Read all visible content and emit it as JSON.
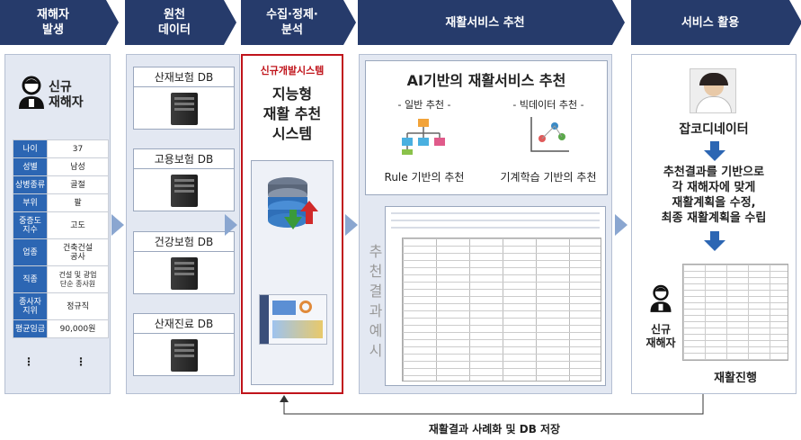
{
  "headers": {
    "h1": "재해자\n발생",
    "h2": "원천\n데이터",
    "h3": "수집·정제·\n분석",
    "h4": "재활서비스 추천",
    "h5": "서비스 활용"
  },
  "col1": {
    "person_label": "신규\n재해자",
    "rows": [
      {
        "k": "나이",
        "v": "37"
      },
      {
        "k": "성별",
        "v": "남성"
      },
      {
        "k": "상병종류",
        "v": "골절"
      },
      {
        "k": "부위",
        "v": "팔"
      },
      {
        "k": "중증도\n지수",
        "v": "고도"
      },
      {
        "k": "업종",
        "v": "건축건설\n공사"
      },
      {
        "k": "직종",
        "v": "건설 및 광업\n단순 종사원"
      },
      {
        "k": "종사자\n지위",
        "v": "정규직"
      },
      {
        "k": "평균임금",
        "v": "90,000원"
      }
    ],
    "ellipsis": "⋮"
  },
  "col2": {
    "dbs": [
      "산재보험 DB",
      "고용보험 DB",
      "건강보험 DB",
      "산재진료 DB"
    ]
  },
  "col3": {
    "badge": "신규개발시스템",
    "title": "지능형\n재활 추천\n시스템"
  },
  "col4": {
    "title": "AI기반의 재활서비스 추천",
    "general_label": "- 일반 추천 -",
    "bigdata_label": "- 빅데이터 추천 -",
    "rule_caption": "Rule 기반의 추천",
    "ml_caption": "기계학습 기반의 추천",
    "vertical_label": "추\n천\n결\n과\n예\n시"
  },
  "col5": {
    "coordinator_label": "잡코디네이터",
    "description": "추천결과를 기반으로\n각 재해자에 맞게\n재활계획을 수정,\n최종 재활계획을 수립",
    "person_label": "신규\n재해자",
    "progress_label": "재활진행"
  },
  "bottom_label": "재활결과 사례화 및 DB 저장",
  "colors": {
    "header_bg": "#263b6b",
    "arrow": "#8aa6d0",
    "key_cell": "#2c66b3",
    "system_border": "#c0141b"
  }
}
